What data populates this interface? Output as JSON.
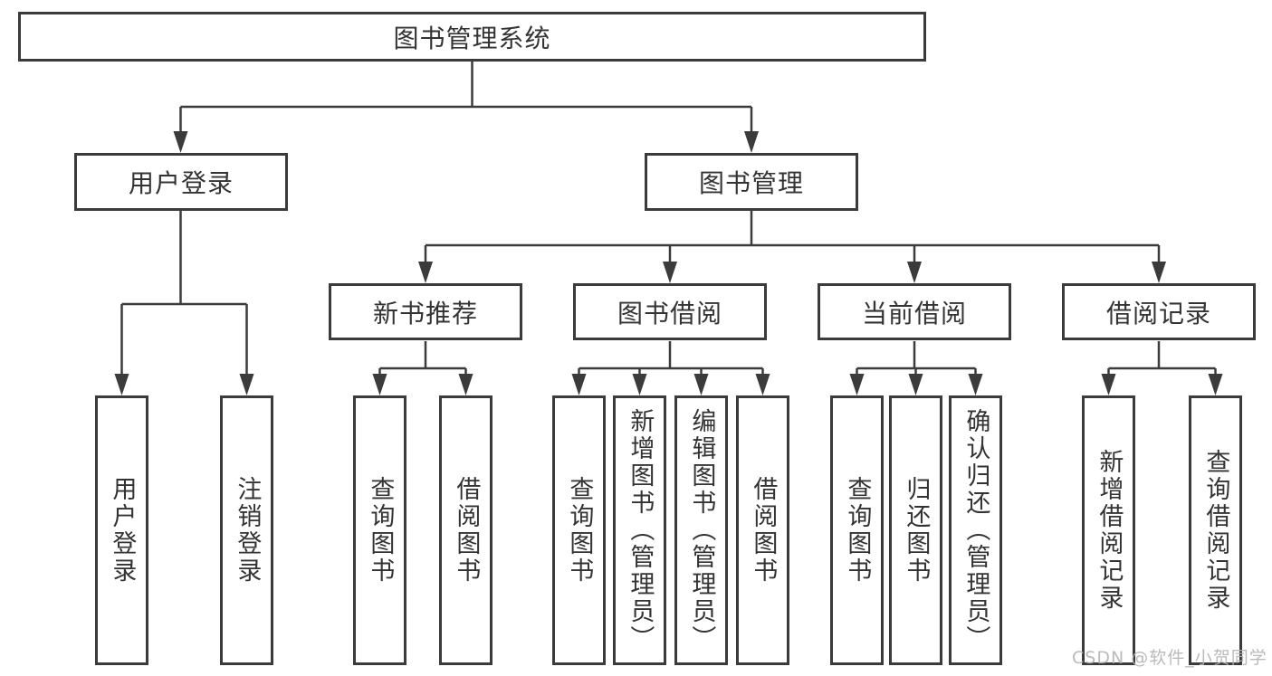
{
  "tree": {
    "label": "图书管理系统",
    "children": [
      {
        "label": "用户登录",
        "children": [
          {
            "label": "用户登录"
          },
          {
            "label": "注销登录"
          }
        ]
      },
      {
        "label": "图书管理",
        "children": [
          {
            "label": "新书推荐",
            "children": [
              {
                "label": "查询图书"
              },
              {
                "label": "借阅图书"
              }
            ]
          },
          {
            "label": "图书借阅",
            "children": [
              {
                "label": "查询图书"
              },
              {
                "label": "新增图书（管理员）"
              },
              {
                "label": "编辑图书（管理员）"
              },
              {
                "label": "借阅图书"
              }
            ]
          },
          {
            "label": "当前借阅",
            "children": [
              {
                "label": "查询图书"
              },
              {
                "label": "归还图书"
              },
              {
                "label": "确认归还（管理员）"
              }
            ]
          },
          {
            "label": "借阅记录",
            "children": [
              {
                "label": "新增借阅记录"
              },
              {
                "label": "查询借阅记录"
              }
            ]
          }
        ]
      }
    ]
  },
  "watermark": {
    "text": "CSDN @软件_小贺同学"
  },
  "colors": {
    "line": "#3b3b3b",
    "text": "#333333",
    "watermark": "#b3b3b3",
    "background": "#ffffff"
  }
}
